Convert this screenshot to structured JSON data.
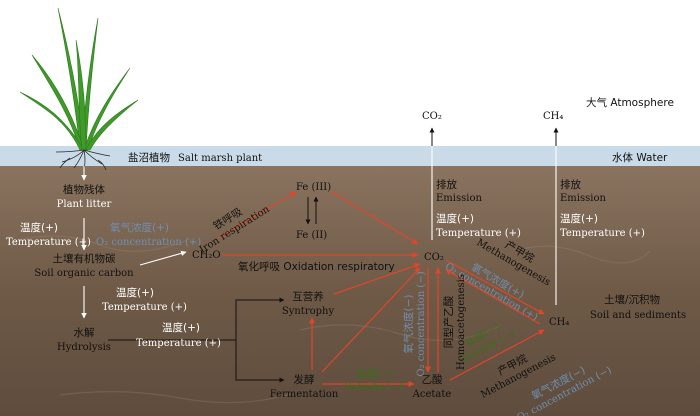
{
  "zones": {
    "atmosphere": "大气 Atmosphere",
    "water": "水体 Water",
    "soil": "土壤/沉积物",
    "soil_en": "Soil and sediments",
    "plant_zh": "盐沼植物",
    "plant_en": "Salt marsh plant"
  },
  "nodes": {
    "plant_litter_zh": "植物残体",
    "plant_litter_en": "Plant litter",
    "soc_zh": "土壤有机物碳",
    "soc_en": "Soil organic carbon",
    "hydrolysis_zh": "水解",
    "hydrolysis_en": "Hydrolysis",
    "ch2o": "CH₂O",
    "fe3": "Fe (III)",
    "fe2": "Fe (II)",
    "syntrophy_zh": "互营养",
    "syntrophy_en": "Syntrophy",
    "fermentation_zh": "发酵",
    "fermentation_en": "Fermentation",
    "acetate_zh": "乙酸",
    "acetate_en": "Acetate",
    "co2_soil": "CO₂",
    "ch4_soil": "CH₄",
    "co2_atm": "CO₂",
    "ch4_atm": "CH₄"
  },
  "labels": {
    "temp_zh": "温度(+)",
    "temp_en": "Temperature (+)",
    "o2_zh": "氧气浓度(+)",
    "o2_en": "O₂ concentration (+)",
    "iron_resp_zh": "铁呼吸",
    "iron_resp_en": "Iron respiration",
    "oxid_resp": "氧化呼吸 Oxidation respiratory",
    "emission_zh": "排放",
    "emission_en": "Emission",
    "methanogenesis_zh": "产甲烷",
    "methanogenesis_en": "Methanogenesis",
    "o2_minus_zh": "氧气浓度(−)",
    "o2_minus_en": "O₂ concentration (−)",
    "o2_plus_zh": "氧气浓度(+)",
    "o2_plus_en": "O₂ concentration (+)",
    "salinity_zh": "盐度(−)",
    "salinity_en": "Salinity (−)",
    "homo_zh": "同型产乙酸",
    "homo_en": "Homoacetogenesis"
  },
  "colors": {
    "sky": "#ffffff",
    "water": "#c9dbe9",
    "soil": "#7a6450",
    "red_arrow": "#e0462a",
    "light_blue_text": "#6f8fb0",
    "green_text": "#3c6e1a"
  }
}
